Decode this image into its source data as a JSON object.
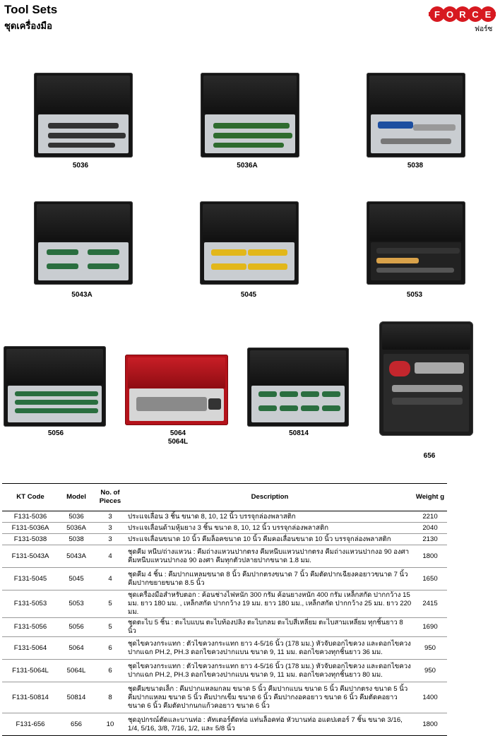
{
  "header": {
    "title": "Tool Sets",
    "subtitle": "ชุดเครื่องมือ",
    "brand": "FORCE",
    "brand_caption": "ฟอร์ซ",
    "brand_color": "#d71920"
  },
  "products": [
    {
      "label": "5036"
    },
    {
      "label": "5036A"
    },
    {
      "label": "5038"
    },
    {
      "label": "5043A"
    },
    {
      "label": "5045"
    },
    {
      "label": "5053"
    },
    {
      "label": "5056"
    },
    {
      "label": "5064",
      "label2": "5064L"
    },
    {
      "label": "50814"
    },
    {
      "label": "656"
    }
  ],
  "table": {
    "headers": {
      "code": "KT Code",
      "model": "Model",
      "pieces": "No. of Pieces",
      "description": "Description",
      "weight": "Weight g"
    },
    "rows": [
      {
        "code": "F131-5036",
        "model": "5036",
        "pieces": "3",
        "description": "ประแจเลื่อน 3 ชิ้น ขนาด 8, 10, 12 นิ้ว บรรจุกล่องพลาสติก",
        "weight": "2210"
      },
      {
        "code": "F131-5036A",
        "model": "5036A",
        "pieces": "3",
        "description": "ประแจเลื่อนด้ามหุ้มยาง 3 ชิ้น ขนาด 8, 10, 12 นิ้ว บรรจุกล่องพลาสติก",
        "weight": "2040"
      },
      {
        "code": "F131-5038",
        "model": "5038",
        "pieces": "3",
        "description": "ประแจเลื่อนขนาด 10 นิ้ว คีมล็อคขนาด 10 นิ้ว คีมคอเลื่อนขนาด 10 นิ้ว บรรจุกล่องพลาสติก",
        "weight": "2130"
      },
      {
        "code": "F131-5043A",
        "model": "5043A",
        "pieces": "4",
        "description": "ชุดคีม หนีบ/ถ่างแหวน : คีมถ่างแหวนปากตรง คีมหนีบแหวนปากตรง คีมถ่างแหวนปากงอ 90 องศา คีมหนีบแหวนปากงอ 90 องศา คีมทุกตัวปลายปากขนาด 1.8 มม.",
        "weight": "1800"
      },
      {
        "code": "F131-5045",
        "model": "5045",
        "pieces": "4",
        "description": "ชุดคีม 4 ชิ้น : คีมปากแหลมขนาด 8 นิ้ว คีมปากตรงขนาด 7 นิ้ว คีมตัดปากเฉียงคอยาวขนาด 7 นิ้ว คีมปากขยายขนาด 8.5 นิ้ว",
        "weight": "1650"
      },
      {
        "code": "F131-5053",
        "model": "5053",
        "pieces": "5",
        "description": "ชุดเครื่องมือสำหรับตอก : ค้อนช่างไฟหนัก 300 กรัม ค้อนยางหนัก 400 กรัม เหล็กสกัด ปากกว้าง 15 มม. ยาว 180 มม. , เหล็กสกัด ปากกว้าง 19 มม. ยาว 180 มม., เหล็กสกัด ปากกว้าง 25 มม. ยาว 220 มม.",
        "weight": "2415"
      },
      {
        "code": "F131-5056",
        "model": "5056",
        "pieces": "5",
        "description": "ชุดตะไบ 5 ชิ้น : ตะไบแบน ตะไบท้องปลิง ตะไบกลม ตะไบสี่เหลี่ยม ตะไบสามเหลี่ยม ทุกชิ้นยาว 8 นิ้ว",
        "weight": "1690"
      },
      {
        "code": "F131-5064",
        "model": "5064",
        "pieces": "6",
        "description": "ชุดไขควงกระแทก : ตัวไขควงกระแทก ยาว 4-5/16 นิ้ว (178 มม.) หัวจับดอกไขควง และดอกไขควงปากแฉก PH.2, PH.3 ดอกไขควงปากแบน ขนาด 9, 11 มม. ดอกไขควงทุกชิ้นยาว 36 มม.",
        "weight": "950"
      },
      {
        "code": "F131-5064L",
        "model": "5064L",
        "pieces": "6",
        "description": "ชุดไขควงกระแทก : ตัวไขควงกระแทก ยาว 4-5/16 นิ้ว (178 มม.) หัวจับดอกไขควง และดอกไขควงปากแฉก PH.2, PH.3 ดอกไขควงปากแบน ขนาด 9, 11 มม. ดอกไขควงทุกชิ้นยาว 80 มม.",
        "weight": "950"
      },
      {
        "code": "F131-50814",
        "model": "50814",
        "pieces": "8",
        "description": "ชุดคีมขนาดเล็ก : คีมปากแหลมกลม ขนาด 5 นิ้ว คีมปากแบน ขนาด 5 นิ้ว คีมปากตรง ขนาด 5 นิ้ว คีมปากแหลม ขนาด 5 นิ้ว คีมปากเข็ม ขนาด 6 นิ้ว คีมปากงอคอยาว ขนาด 6 นิ้ว คีมตัดคอยาว ขนาด 6 นิ้ว คีมตัดปากนกแก้วคอยาว ขนาด 6 นิ้ว",
        "weight": "1400"
      },
      {
        "code": "F131-656",
        "model": "656",
        "pieces": "10",
        "description": "ชุดอุปกรณ์ตัดและบานท่อ : คัทเตอร์ตัดท่อ แท่นล็อคท่อ หัวบานท่อ อแดปเตอร์ 7 ชิ้น ขนาด 3/16, 1/4, 5/16, 3/8, 7/16, 1/2, และ 5/8 นิ้ว",
        "weight": "1800"
      }
    ]
  }
}
